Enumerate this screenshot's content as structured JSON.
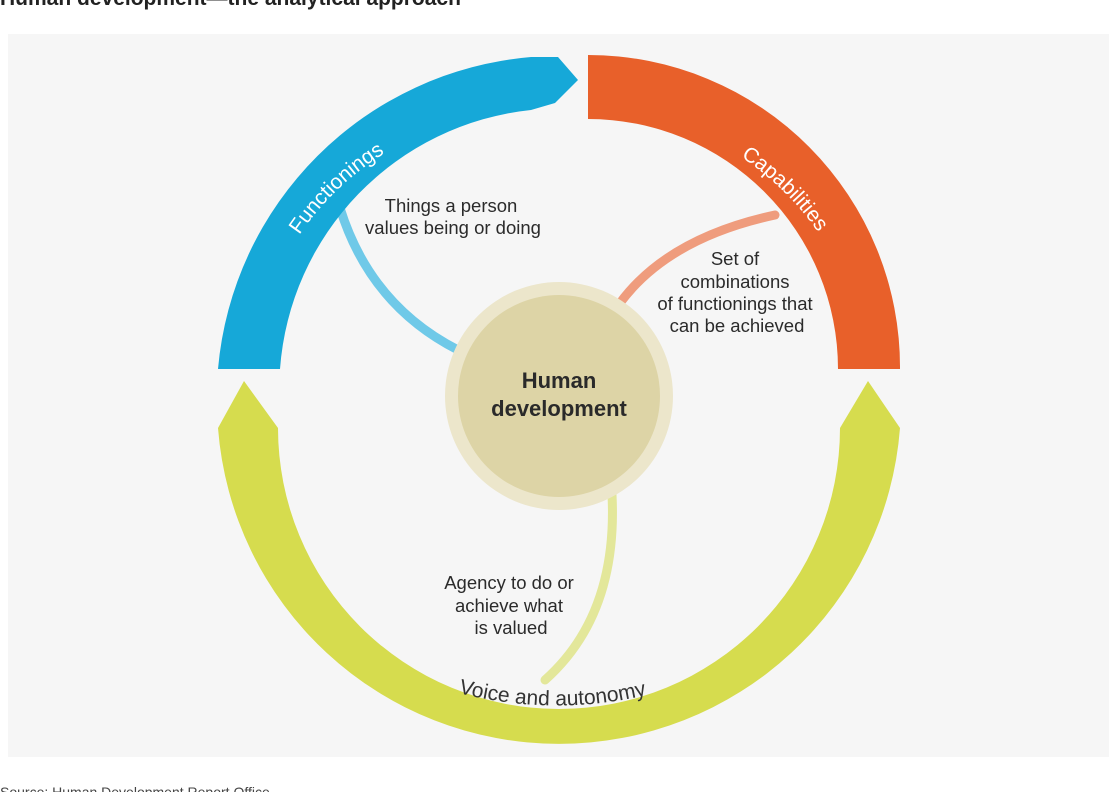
{
  "title": "Human development—the analytical approach",
  "center": {
    "line1": "Human",
    "line2": "development"
  },
  "segments": {
    "functionings": {
      "label": "Functionings",
      "description": [
        "Things a person",
        "values being or doing"
      ]
    },
    "capabilities": {
      "label": "Capabilities",
      "description": [
        "Set of",
        "combinations",
        "of functionings that",
        "can be achieved"
      ]
    },
    "voice": {
      "label": "Voice and autonomy",
      "description": [
        "Agency to do or",
        "achieve what",
        "is valued"
      ]
    }
  },
  "source": "Source: Human Development Report Office.",
  "colors": {
    "functionings": "#16a8d8",
    "capabilities": "#e8602a",
    "voice": "#d6dc4e",
    "functionings_link": "#6fc9e8",
    "capabilities_link": "#ef9c7d",
    "voice_link": "#e3e79a",
    "center_fill": "#ddd4a6",
    "center_ring": "#ece6cb"
  }
}
